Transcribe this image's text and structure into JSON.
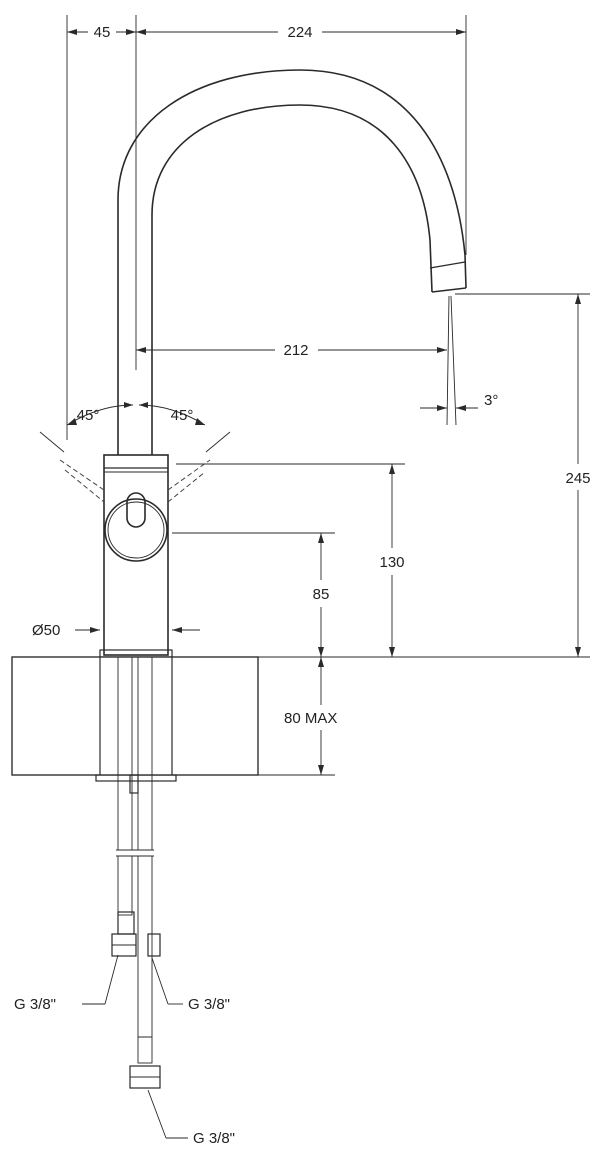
{
  "drawing": {
    "dimensions": {
      "lever_offset": "45",
      "spout_reach_total": "224",
      "spout_reach_axis": "212",
      "spray_angle": "3°",
      "lever_angle_left": "45°",
      "lever_angle_right": "45°",
      "spout_height": "245",
      "body_height": "130",
      "lever_height": "85",
      "body_diameter": "Ø50",
      "counter_thickness": "80 MAX"
    },
    "connections": {
      "hose_left": "G 3/8\"",
      "hose_right": "G 3/8\"",
      "hose_bottom": "G 3/8\""
    }
  }
}
